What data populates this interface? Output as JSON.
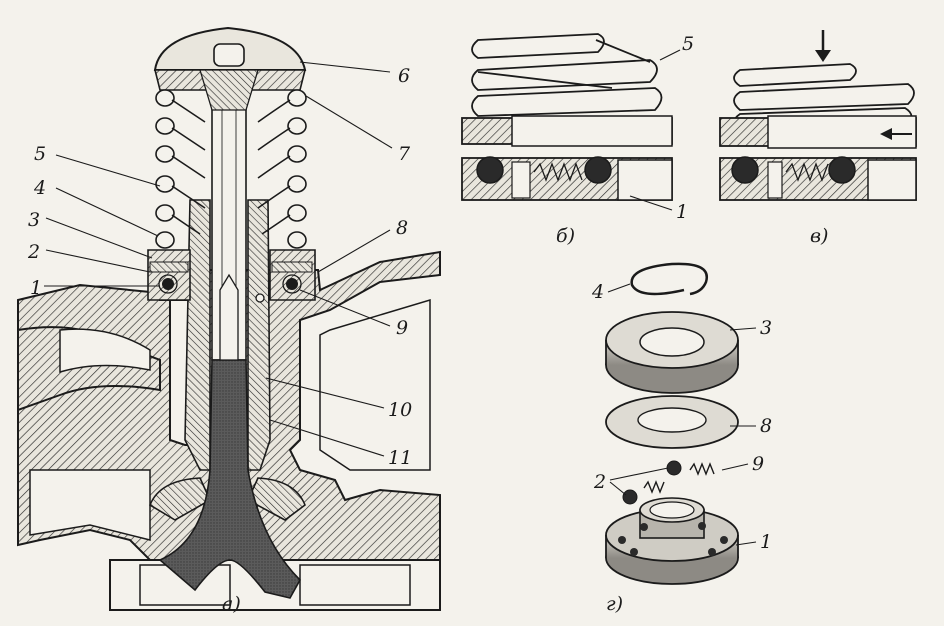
{
  "figure": {
    "captions": {
      "a": "а)",
      "b": "б)",
      "v": "в)",
      "g": "г)"
    },
    "labels_a": {
      "n1": "1",
      "n2": "2",
      "n3": "3",
      "n4": "4",
      "n5": "5",
      "n6": "6",
      "n7": "7",
      "n8": "8",
      "n9": "9",
      "n10": "10",
      "n11": "11"
    },
    "labels_b": {
      "n5": "5",
      "n1": "1"
    },
    "labels_g": {
      "n4": "4",
      "n3": "3",
      "n8": "8",
      "n2": "2",
      "n9": "9",
      "n1": "1"
    }
  }
}
